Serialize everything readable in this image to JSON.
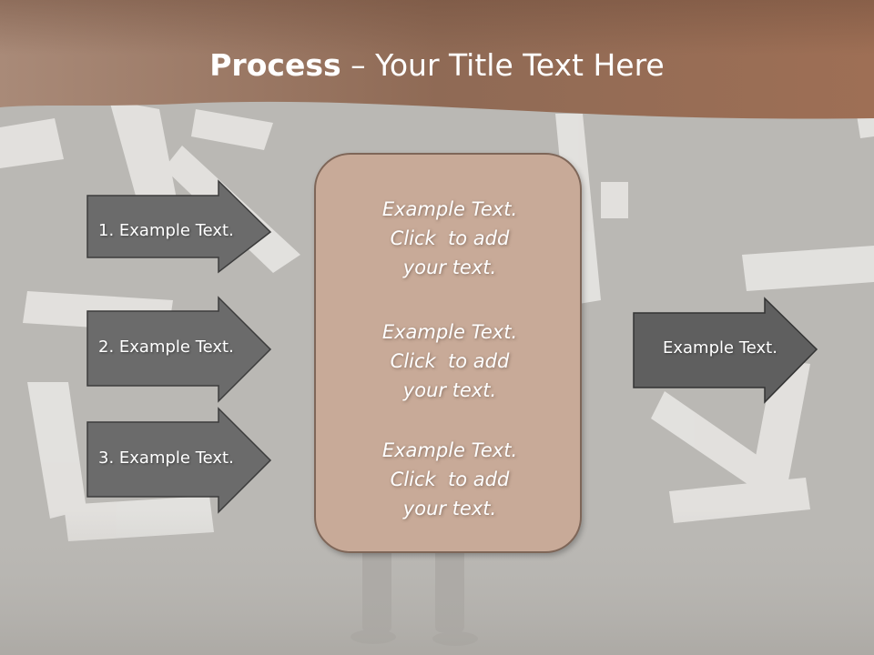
{
  "slide": {
    "title_bold": "Process",
    "title_rest": " – Your Title Text Here",
    "left_arrows": [
      {
        "label": "1. Example Text."
      },
      {
        "label": "2. Example Text."
      },
      {
        "label": "3. Example Text."
      }
    ],
    "center_box": {
      "paragraphs": [
        {
          "lines": [
            "Example Text.",
            "Click  to add",
            "your text."
          ]
        },
        {
          "lines": [
            "Example Text.",
            "Click  to add",
            "your text."
          ]
        },
        {
          "lines": [
            "Example Text.",
            "Click  to add",
            "your text."
          ]
        }
      ]
    },
    "right_arrow": {
      "label": "Example Text."
    }
  },
  "colors": {
    "header_brown": "#9c6f56",
    "arrow_fill": "#6b6b6b",
    "box_fill": "#c8aa98"
  }
}
